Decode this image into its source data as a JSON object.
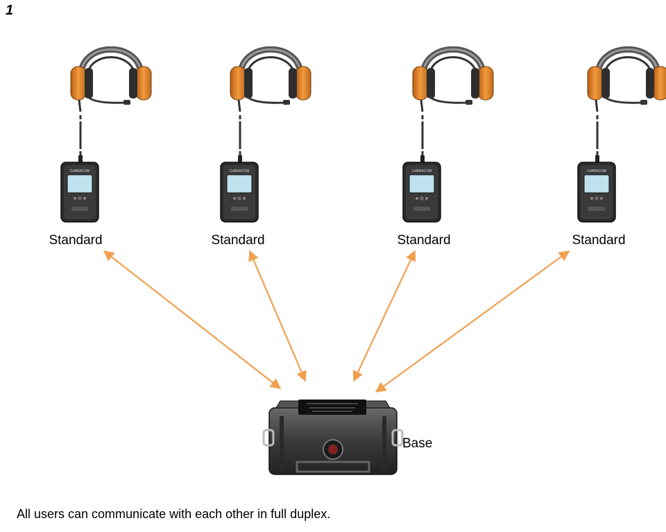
{
  "page_number": "1",
  "users": [
    {
      "label": "Standard"
    },
    {
      "label": "Standard"
    },
    {
      "label": "Standard"
    },
    {
      "label": "Standard"
    }
  ],
  "base": {
    "label": "Base"
  },
  "device_brand": "CoBRACOM",
  "caption": "All users can communicate with each other in full duplex.",
  "colors": {
    "arrow": "#f0a050",
    "earcup": "#e8872a",
    "device_body": "#2b2b2b",
    "screen": "#bfe3ee"
  }
}
